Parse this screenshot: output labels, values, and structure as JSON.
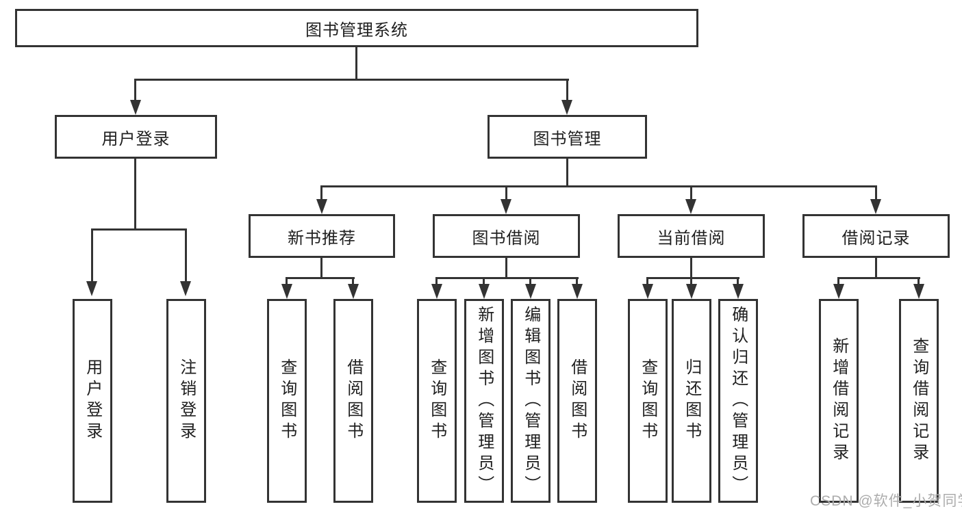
{
  "tree": {
    "root": "图书管理系统",
    "branches": [
      {
        "label": "用户登录",
        "children": [
          "用户登录",
          "注销登录"
        ]
      },
      {
        "label": "图书管理",
        "groups": [
          {
            "label": "新书推荐",
            "children": [
              "查询图书",
              "借阅图书"
            ]
          },
          {
            "label": "图书借阅",
            "children": [
              "查询图书",
              "新增图书（管理员）",
              "编辑图书（管理员）",
              "借阅图书"
            ]
          },
          {
            "label": "当前借阅",
            "children": [
              "查询图书",
              "归还图书",
              "确认归还（管理员）"
            ]
          },
          {
            "label": "借阅记录",
            "children": [
              "新增借阅记录",
              "查询借阅记录"
            ]
          }
        ]
      }
    ]
  },
  "watermark": "CSDN @软件_小贺同学",
  "colors": {
    "line": "#333333",
    "text": "#1f1f1f",
    "box_background": "#ffffff",
    "watermark": "#acacac"
  }
}
